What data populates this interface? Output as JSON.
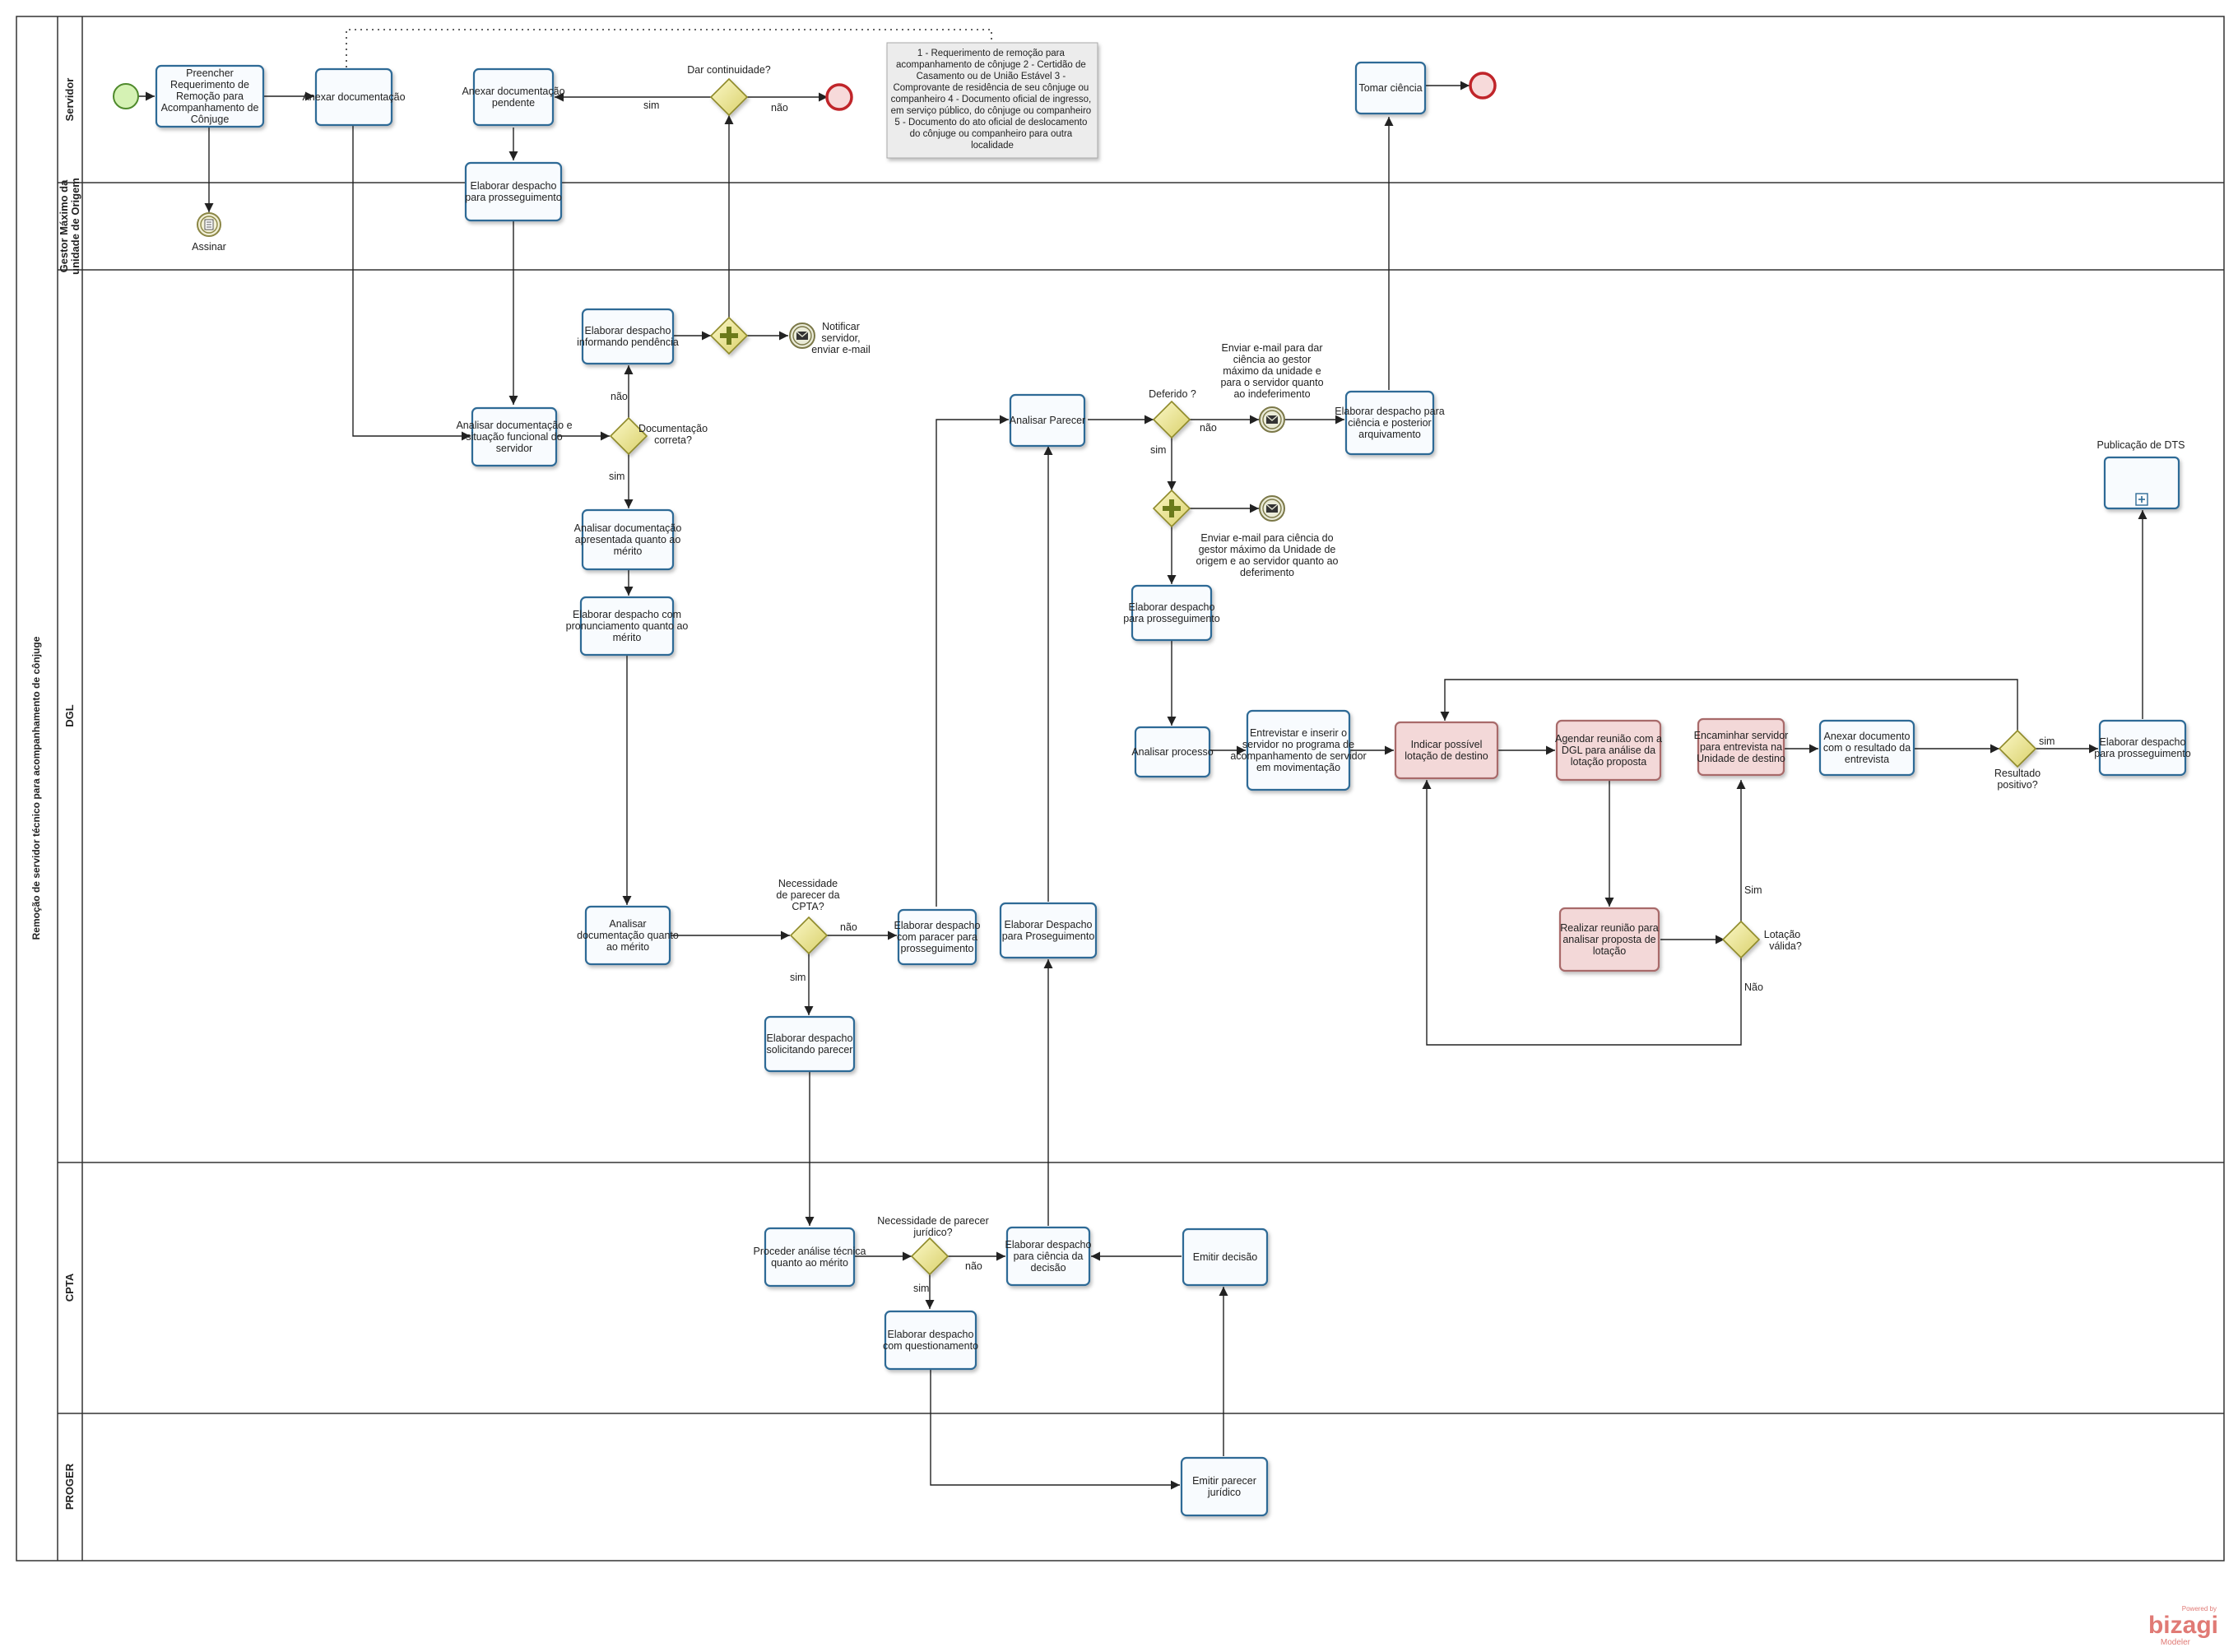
{
  "pool": {
    "title": "Remoção de servidor técnico para acompanhamento de cônjuge"
  },
  "lanes": [
    {
      "id": "servidor",
      "label": "Servidor"
    },
    {
      "id": "gestor",
      "label": "Gestor Máximo da unidade de Origem"
    },
    {
      "id": "dgl",
      "label": "DGL"
    },
    {
      "id": "cpta",
      "label": "CPTA"
    },
    {
      "id": "proger",
      "label": "PROGER"
    }
  ],
  "tasks": {
    "t1": "Preencher Requerimento de Remoção para Acompanhamento de Cônjuge",
    "t2": "Anexar documentação",
    "t3": "Anexar documentação pendente",
    "t4": "Tomar ciência",
    "t5": "Elaborar despacho para prosseguimento",
    "t6": "Elaborar despacho informando pendência",
    "t7": "Analisar documentação e situação funcional do servidor",
    "t8": "Analisar documentação apresentada quanto ao mérito",
    "t9": "Elaborar despacho com pronunciamento quanto ao mérito",
    "t10": "Analisar documentação quanto ao mérito",
    "t11": "Elaborar despacho solicitando parecer",
    "t12": "Elaborar despacho com paracer para prosseguimento",
    "t13": "Analisar Parecer",
    "t14": "Elaborar Despacho para Proseguimento",
    "t15": "Elaborar despacho para ciência e posterior arquivamento",
    "t16": "Elaborar despacho para prosseguimento",
    "t17": "Analisar processo",
    "t18": "Entrevistar e inserir o servidor no programa de acompanhamento de servidor em movimentação",
    "t19": "Indicar possível lotação de destino",
    "t20": "Agendar reunião com a DGL para análise da lotação proposta",
    "t21": "Encaminhar servidor para entrevista na Unidade de destino",
    "t22": "Anexar documento com o resultado da entrevista",
    "t23": "Elaborar despacho para prosseguimento",
    "t24": "Realizar reunião para analisar proposta de lotação",
    "t25": "Proceder análise técnica quanto ao mérito",
    "t26": "Elaborar despacho para ciência da decisão",
    "t27": "Emitir decisão",
    "t28": "Elaborar despacho com questionamento",
    "t29": "Emitir  parecer jurídico"
  },
  "gateways": {
    "g1": "Dar continuidade?",
    "g2": "Documentação correta?",
    "g3": "Deferido ?",
    "g4": "Necessidade de parecer da CPTA?",
    "g5": "Necessidade de parecer jurídico?",
    "g6": "Resultado positivo?",
    "g7": "Lotação válida?"
  },
  "events": {
    "assinar": "Assinar",
    "notificar": "Notificar servidor, enviar e-mail",
    "email_indeferimento": "Enviar e-mail para dar ciência  ao gestor máximo da unidade e para o servidor quanto ao indeferimento",
    "email_deferimento": "Enviar e-mail para ciência do gestor máximo da Unidade de origem e ao servidor quanto ao deferimento"
  },
  "subprocess": {
    "label": "Publicação de DTS"
  },
  "annotation": {
    "text": "1 - Requerimento de remoção para acompanhamento de cônjuge 2 - Certidão de Casamento ou de União Estável 3 - Comprovante de residência de seu cônjuge ou companheiro 4 - Documento oficial de ingresso, em serviço público, do cônjuge ou companheiro 5 - Documento do ato oficial de deslocamento do cônjuge ou companheiro para outra localidade"
  },
  "flow_labels": {
    "sim": "sim",
    "nao": "não",
    "Sim": "Sim",
    "Nao": "Não"
  },
  "watermark": {
    "powered": "Powered by",
    "brand": "bizagi",
    "product": "Modeler"
  },
  "colors": {
    "task_border": "#2d6a96",
    "task_fill": "#f8fbfe",
    "red_task_fill": "#f3d8d8",
    "gateway_fill": "#f1ec9a",
    "start_fill": "#d5f2b4",
    "end_stroke": "#c0252a",
    "watermark": "#e07a75"
  }
}
